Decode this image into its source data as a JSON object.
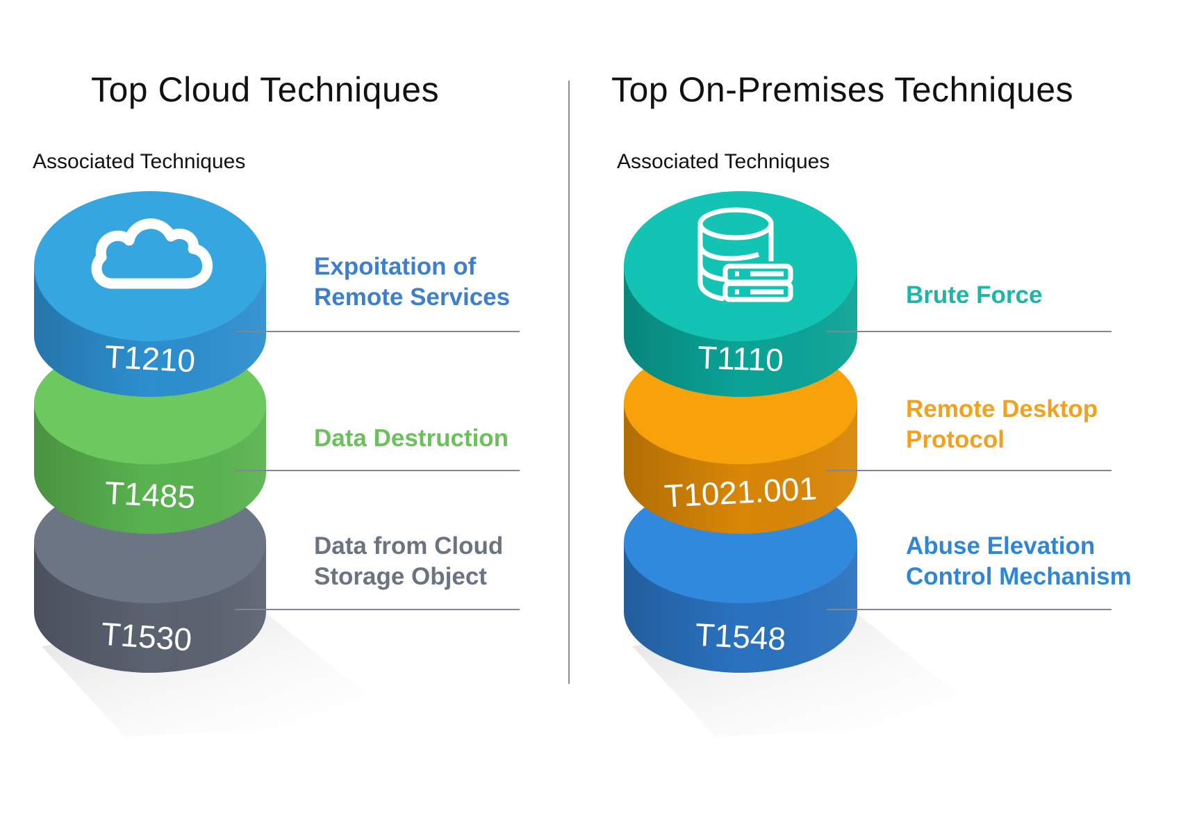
{
  "panels": [
    {
      "title": "Top Cloud Techniques",
      "subtitle": "Associated Techniques",
      "top_icon": "cloud-icon",
      "layers": [
        {
          "code": "T1210",
          "label_lines": [
            "Expoitation of",
            "Remote Services"
          ],
          "side": "#2d8fcf",
          "top": "#36a6e0",
          "label_color": "#3c7fcf"
        },
        {
          "code": "T1485",
          "label_lines": [
            "Data Destruction"
          ],
          "side": "#59b34f",
          "top": "#6cc95f",
          "label_color": "#6cc05c"
        },
        {
          "code": "T1530",
          "label_lines": [
            "Data from Cloud",
            "Storage Object"
          ],
          "side": "#5b6270",
          "top": "#6b7584",
          "label_color": "#6a7380"
        }
      ]
    },
    {
      "title": "Top On-Premises Techniques",
      "subtitle": "Associated Techniques",
      "top_icon": "database-server-icon",
      "layers": [
        {
          "code": "T1110",
          "label_lines": [
            "Brute Force"
          ],
          "side": "#0aa396",
          "top": "#13c4b4",
          "label_color": "#1cb5a8"
        },
        {
          "code": "T1021.001",
          "label_lines": [
            "Remote Desktop",
            "Protocol"
          ],
          "side": "#d88606",
          "top": "#f7a20a",
          "label_color": "#f3a11c"
        },
        {
          "code": "T1548",
          "label_lines": [
            "Abuse Elevation",
            "Control Mechanism"
          ],
          "side": "#2a72bf",
          "top": "#3089dd",
          "label_color": "#2f86d8"
        }
      ]
    }
  ]
}
